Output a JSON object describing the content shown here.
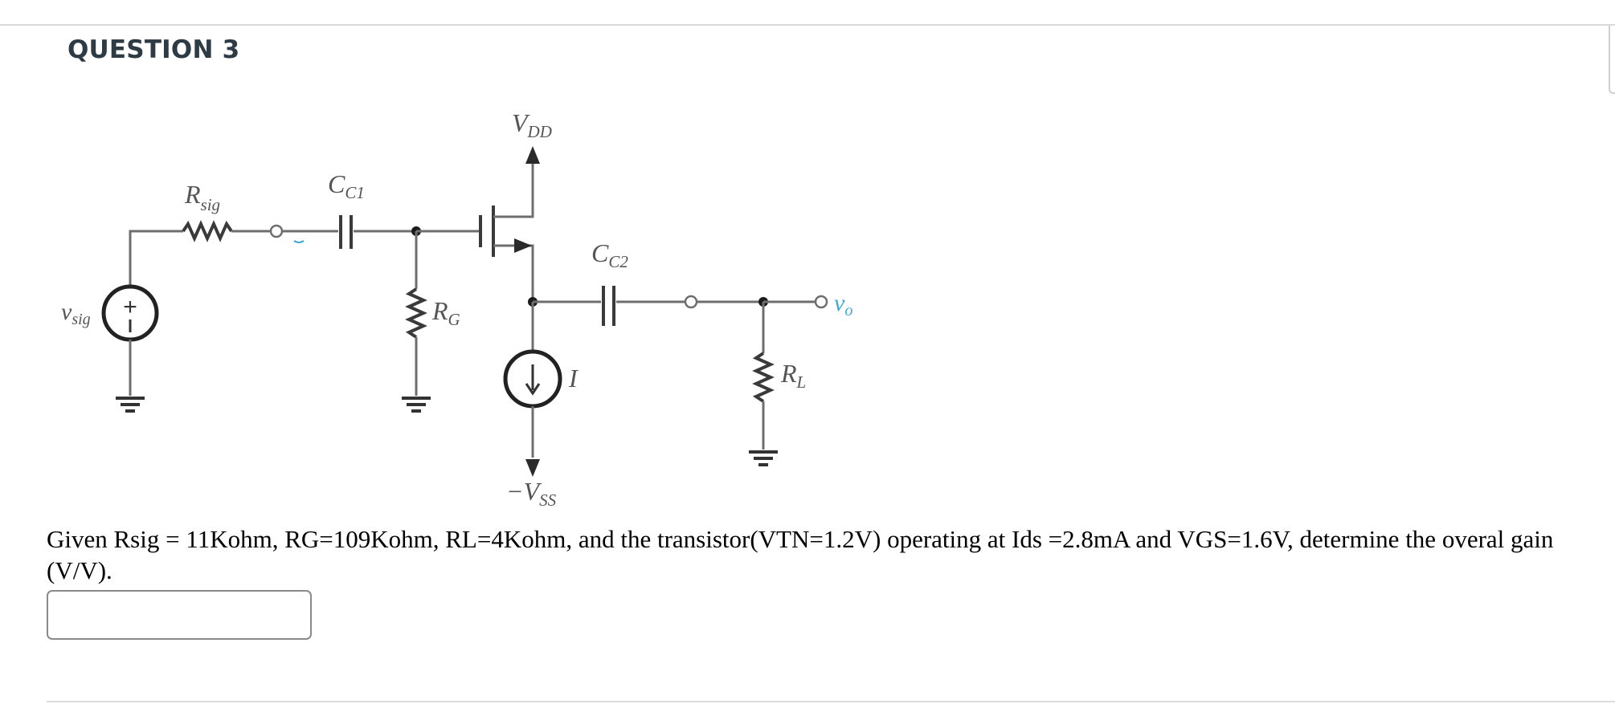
{
  "question": {
    "title": "QUESTION 3",
    "text": "Given Rsig = 11Kohm, RG=109Kohm, RL=4Kohm, and the transistor(VTN=1.2V) operating at Ids =2.8mA and VGS=1.6V, determine the overal gain (V/V).",
    "answer_value": "",
    "answer_placeholder": ""
  },
  "diagram": {
    "labels": {
      "vdd": "V",
      "vdd_sub": "DD",
      "vss_prefix": "−V",
      "vss_sub": "SS",
      "rsig": "R",
      "rsig_sub": "sig",
      "cc1": "C",
      "cc1_sub": "C1",
      "cc2": "C",
      "cc2_sub": "C2",
      "rg": "R",
      "rg_sub": "G",
      "rl": "R",
      "rl_sub": "L",
      "vsig": "v",
      "vsig_sub": "sig",
      "vo": "v",
      "vo_sub": "o",
      "current": "I"
    },
    "colors": {
      "wire": "#6e6e6e",
      "label": "#555555",
      "output_label": "#3fa9d6"
    },
    "icons": {
      "source": "voltage-source-icon",
      "ground": "ground-icon",
      "current_source": "current-source-icon",
      "transistor": "nmos-transistor-icon"
    }
  }
}
